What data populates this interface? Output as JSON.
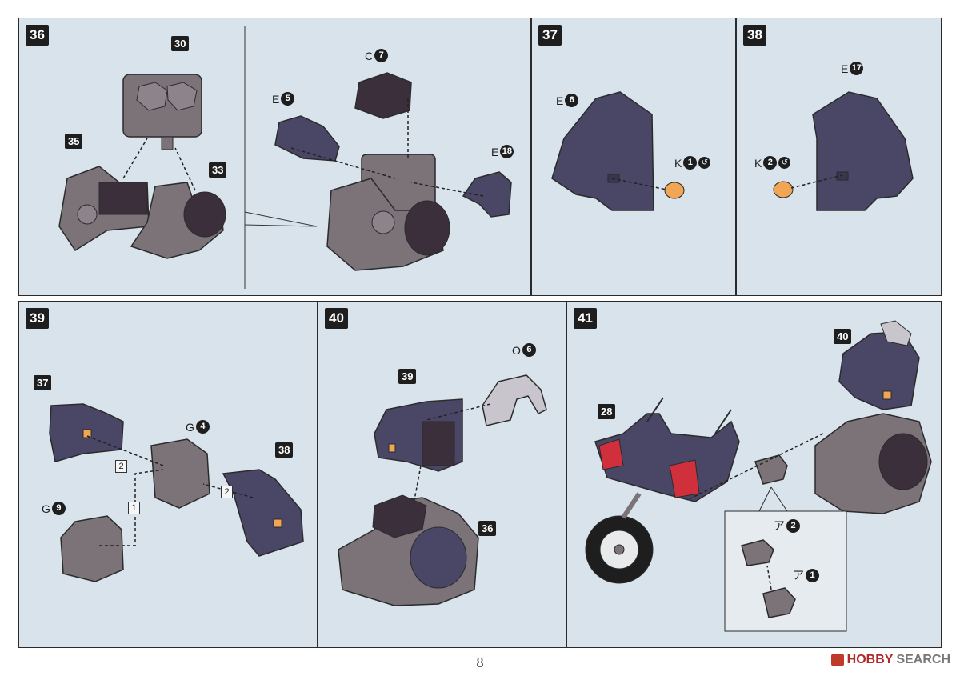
{
  "page_number": "8",
  "watermark": {
    "brand": "HOBBY",
    "suffix": "SEARCH"
  },
  "steps": {
    "s36": {
      "number": "36",
      "tags": [
        "30",
        "35",
        "33"
      ],
      "parts": [
        {
          "runner": "C",
          "num": "7"
        },
        {
          "runner": "E",
          "num": "5"
        },
        {
          "runner": "E",
          "num": "18"
        }
      ]
    },
    "s37": {
      "number": "37",
      "parts": [
        {
          "runner": "E",
          "num": "6"
        },
        {
          "runner": "K",
          "num": "1"
        }
      ]
    },
    "s38": {
      "number": "38",
      "parts": [
        {
          "runner": "E",
          "num": "17"
        },
        {
          "runner": "K",
          "num": "2"
        }
      ]
    },
    "s39": {
      "number": "39",
      "tags": [
        "37",
        "38"
      ],
      "parts": [
        {
          "runner": "G",
          "num": "4"
        },
        {
          "runner": "G",
          "num": "9"
        }
      ],
      "order_boxes": [
        "2",
        "2",
        "1"
      ]
    },
    "s40": {
      "number": "40",
      "tags": [
        "39",
        "36"
      ],
      "parts": [
        {
          "runner": "O",
          "num": "6"
        }
      ]
    },
    "s41": {
      "number": "41",
      "tags": [
        "40",
        "28"
      ],
      "parts": [
        {
          "runner": "ア",
          "num": "2"
        },
        {
          "runner": "ア",
          "num": "1"
        }
      ]
    }
  },
  "colors": {
    "panel_bg": "#d9e3ec",
    "part_gray": "#7b7378",
    "part_purple": "#4a4666",
    "part_dark": "#3a2f3a",
    "clear_orange": "#f0a654",
    "wheel_red": "#d0303b"
  }
}
